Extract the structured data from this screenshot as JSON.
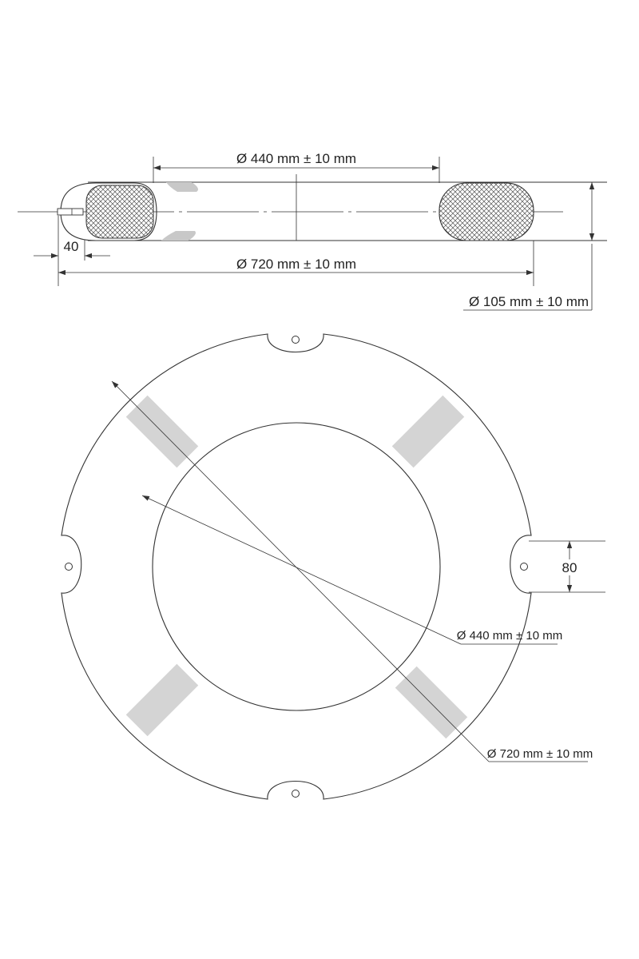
{
  "colors": {
    "line": "#333333",
    "stripe": "#d4d4d4",
    "hatch": "#555555",
    "background": "#ffffff"
  },
  "side_view": {
    "inner_diameter_label": "Ø 440 mm ± 10 mm",
    "outer_diameter_label": "Ø 720 mm ± 10 mm",
    "thickness_label": "Ø 105 mm ± 10 mm",
    "edge_offset_label": "40"
  },
  "top_view": {
    "notch_height_label": "80",
    "inner_diameter_label": "Ø 440 mm ± 10 mm",
    "outer_diameter_label": "Ø 720 mm ± 10 mm"
  }
}
